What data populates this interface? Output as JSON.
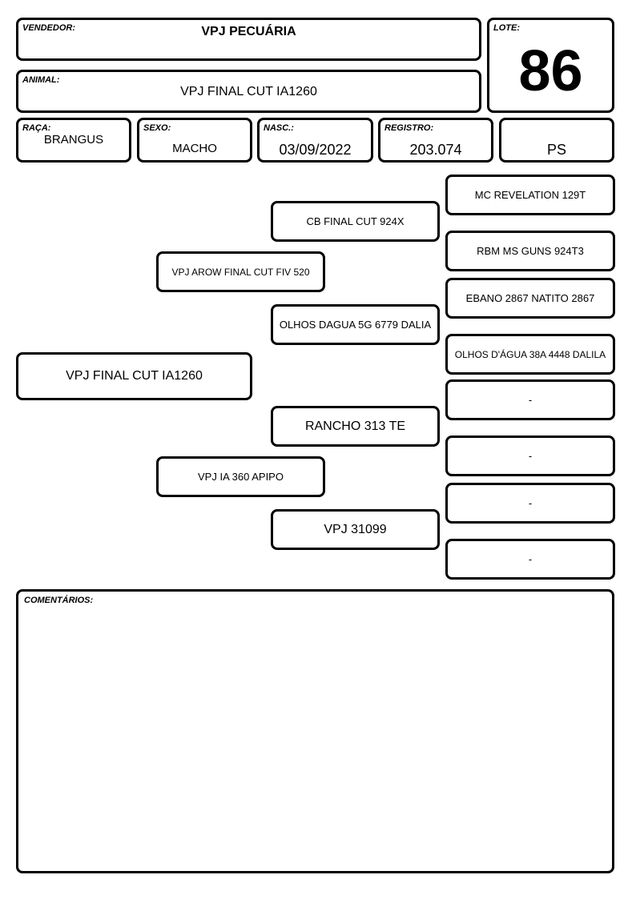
{
  "header": {
    "vendedor_label": "VENDEDOR:",
    "vendedor": "VPJ PECUÁRIA",
    "animal_label": "ANIMAL:",
    "animal": "VPJ FINAL CUT IA1260",
    "lote_label": "LOTE:",
    "lote": "86"
  },
  "info": {
    "raca_label": "RAÇA:",
    "raca": "BRANGUS",
    "sexo_label": "SEXO:",
    "sexo": "MACHO",
    "nasc_label": "NASC.:",
    "nasc": "03/09/2022",
    "registro_label": "REGISTRO:",
    "registro": "203.074",
    "categoria": "PS"
  },
  "pedigree": {
    "animal": "VPJ FINAL CUT IA1260",
    "sire": "VPJ AROW FINAL CUT FIV 520",
    "dam": "VPJ IA 360 APIPO",
    "sire_sire": "CB FINAL CUT 924X",
    "sire_dam": "OLHOS DAGUA 5G 6779 DALIA",
    "dam_sire": "RANCHO 313  TE",
    "dam_dam": "VPJ 31099",
    "sire_sire_sire": "MC REVELATION 129T",
    "sire_sire_dam": "RBM MS GUNS 924T3",
    "sire_dam_sire": "EBANO 2867 NATITO 2867",
    "sire_dam_dam": "OLHOS D'ÁGUA 38A 4448 DALILA",
    "dam_sire_sire": "-",
    "dam_sire_dam": "-",
    "dam_dam_sire": "-",
    "dam_dam_dam": "-"
  },
  "comments": {
    "label": "COMENTÁRIOS:",
    "text": ""
  }
}
